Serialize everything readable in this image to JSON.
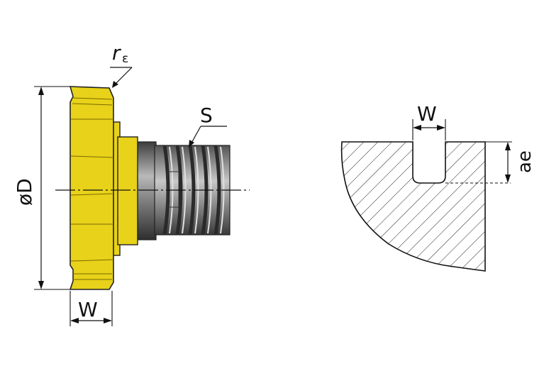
{
  "labels": {
    "corner_radius": "r",
    "corner_radius_sub": "ε",
    "diameter": "øD",
    "width_tool": "W",
    "thread": "S",
    "width_slot": "W",
    "depth": "ae"
  },
  "colors": {
    "insert": "#e8d21a",
    "insert_dark": "#c7b00f",
    "shank": "#8f8f8f",
    "shank_dark": "#4a4a4a",
    "line": "#111111",
    "hatch": "#222222"
  }
}
